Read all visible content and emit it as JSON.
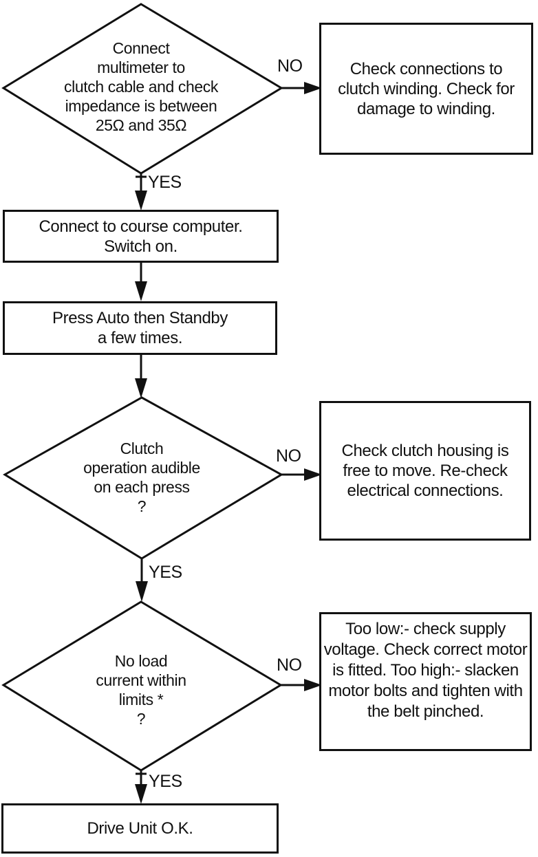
{
  "page": {
    "background": "#ffffff",
    "ink": "#111111",
    "kind": "troubleshooting-flowchart"
  },
  "flowchart": {
    "decision_impedance": {
      "text": "Connect\nmultimeter to\nclutch cable and check\nimpedance is between\n25Ω and 35Ω"
    },
    "action_check_winding": {
      "text": "Check connections to\nclutch winding. Check for\ndamage to winding."
    },
    "process_connect_computer": {
      "text": "Connect to course computer.\nSwitch on."
    },
    "process_press_auto": {
      "text": "Press Auto then Standby\na few times."
    },
    "decision_clutch_audible": {
      "text": "Clutch\noperation audible\non each press\n?"
    },
    "action_check_housing": {
      "text": "Check clutch housing is\nfree to move. Re-check\nelectrical connections."
    },
    "decision_no_load_current": {
      "text": "No load\ncurrent within\nlimits *\n?"
    },
    "action_check_current": {
      "text": "Too low:- check supply\nvoltage. Check correct motor\nis fitted. Too high:- slacken\nmotor bolts and tighten with\nthe belt pinched."
    },
    "terminal_ok": {
      "text": "Drive Unit O.K."
    },
    "edges": {
      "d1_no": "NO",
      "d1_yes": "YES",
      "d2_no": "NO",
      "d2_yes": "YES",
      "d3_no": "NO",
      "d3_yes": "YES"
    }
  }
}
